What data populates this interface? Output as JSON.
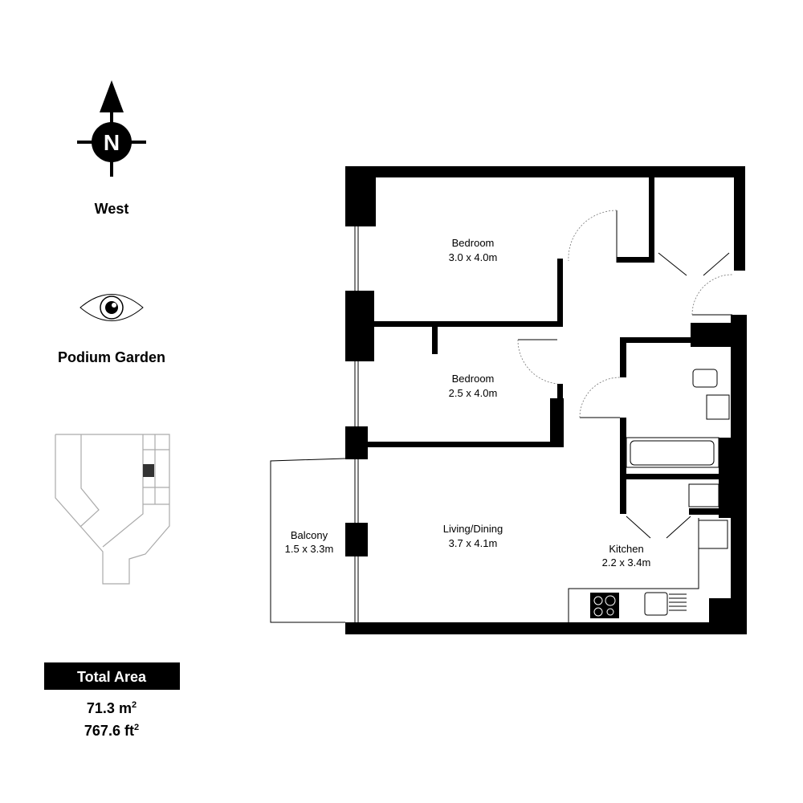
{
  "orientation": {
    "compass_letter": "N",
    "direction_label": "West"
  },
  "view": {
    "label": "Podium Garden"
  },
  "rooms": [
    {
      "name": "Bedroom",
      "size": "3.0 x 4.0m"
    },
    {
      "name": "Bedroom",
      "size": "2.5 x 4.0m"
    },
    {
      "name": "Living/Dining",
      "size": "3.7 x 4.1m"
    },
    {
      "name": "Kitchen",
      "size": "2.2 x 3.4m"
    },
    {
      "name": "Balcony",
      "size": "1.5 x 3.3m"
    }
  ],
  "area": {
    "title": "Total Area",
    "sqm": "71.3 m",
    "sqft": "767.6 ft",
    "sup": "2"
  },
  "colors": {
    "wall": "#000000",
    "keyplan_unit": "#333333"
  }
}
